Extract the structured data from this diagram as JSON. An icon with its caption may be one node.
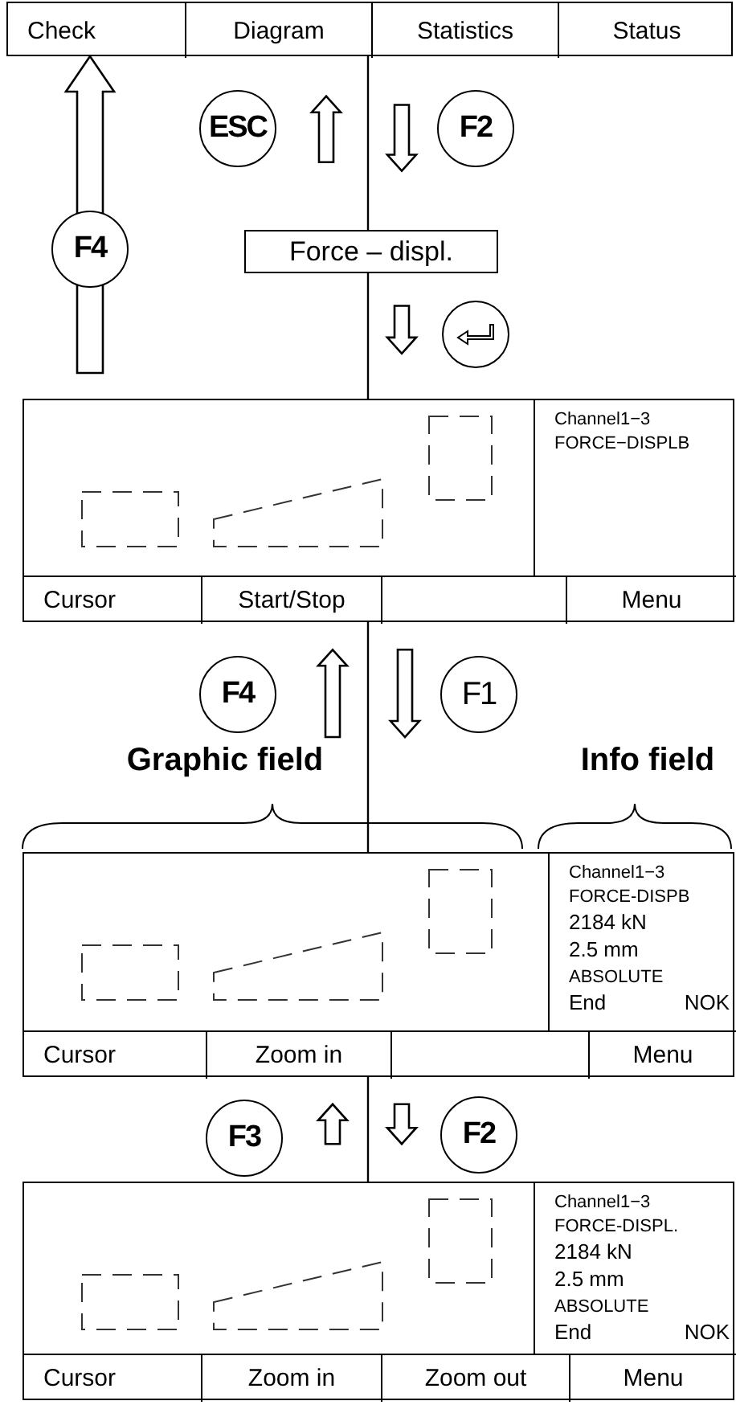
{
  "diagram": {
    "nodes": [
      {
        "text": [],
        "shape": "bar"
      },
      {
        "text": [
          "Check"
        ],
        "in": 0
      },
      {
        "text": [
          "Diagram"
        ],
        "in": 0
      },
      {
        "text": [
          "Statistics"
        ],
        "in": 0
      },
      {
        "text": [
          "Status"
        ],
        "in": 0
      },
      {
        "text": [
          "ESC"
        ]
      },
      {
        "text": [
          "F2"
        ]
      },
      {
        "text": [
          "F4"
        ]
      },
      {
        "text": [
          "Force – displ."
        ]
      },
      {
        "text": [],
        "shape": "circle"
      },
      {
        "text": [],
        "shape": "box"
      },
      {
        "text": [
          "Channel1−3",
          "FORCE−DISPLB"
        ],
        "in": 10
      },
      {
        "text": [
          "Cursor"
        ],
        "in": 10
      },
      {
        "text": [
          "Start/Stop"
        ],
        "in": 10
      },
      {
        "text": [],
        "shape": "box",
        "in": 10
      },
      {
        "text": [
          "Menu"
        ],
        "in": 10
      },
      {
        "text": [
          "F4"
        ]
      },
      {
        "text": [
          "F1"
        ]
      },
      {
        "text": [],
        "shape": "box"
      },
      {
        "text": [
          "Channel1−3",
          "FORCE-DISPB",
          "2184 kN",
          "2.5 mm",
          "ABSOLUTE",
          "End",
          "NOK"
        ],
        "in": 18
      },
      {
        "text": [
          "Cursor"
        ],
        "in": 18
      },
      {
        "text": [
          "Zoom in"
        ],
        "in": 18
      },
      {
        "text": [],
        "shape": "box",
        "in": 18
      },
      {
        "text": [
          "Menu"
        ],
        "in": 18
      },
      {
        "text": [
          "F3"
        ]
      },
      {
        "text": [
          "F2"
        ]
      },
      {
        "text": [],
        "shape": "box"
      },
      {
        "text": [
          "Channel1−3",
          "FORCE-DISPL.",
          "2184 kN",
          "2.5 mm",
          "ABSOLUTE",
          "End",
          "NOK"
        ],
        "in": 26
      },
      {
        "text": [
          "Cursor"
        ],
        "in": 26
      },
      {
        "text": [
          "Zoom in"
        ],
        "in": 26
      },
      {
        "text": [
          "Zoom out"
        ],
        "in": 26
      },
      {
        "text": [
          "Menu"
        ],
        "in": 26
      }
    ],
    "edges": [
      {
        "from": 0,
        "to": 8,
        "arrow": "none"
      },
      {
        "from": 8,
        "to": 10,
        "arrow": "none"
      },
      {
        "from": 10,
        "to": 18,
        "arrow": "none"
      },
      {
        "from": 18,
        "to": 26,
        "arrow": "none"
      },
      {
        "from": null,
        "to": 1,
        "arrow": "to",
        "style": "thick"
      },
      {
        "from": 8,
        "to": 0,
        "arrow": "to",
        "style": "thick"
      },
      {
        "from": 0,
        "to": 8,
        "arrow": "to",
        "style": "thick"
      },
      {
        "from": 8,
        "to": 10,
        "arrow": "to",
        "style": "thick"
      },
      {
        "from": 18,
        "to": 10,
        "arrow": "to",
        "style": "thick"
      },
      {
        "from": 10,
        "to": 18,
        "arrow": "to",
        "style": "thick"
      },
      {
        "from": 26,
        "to": 18,
        "arrow": "to",
        "style": "thick"
      },
      {
        "from": 18,
        "to": 26,
        "arrow": "to",
        "style": "thick"
      }
    ],
    "labels": [
      "Graphic field",
      "Info field"
    ]
  }
}
